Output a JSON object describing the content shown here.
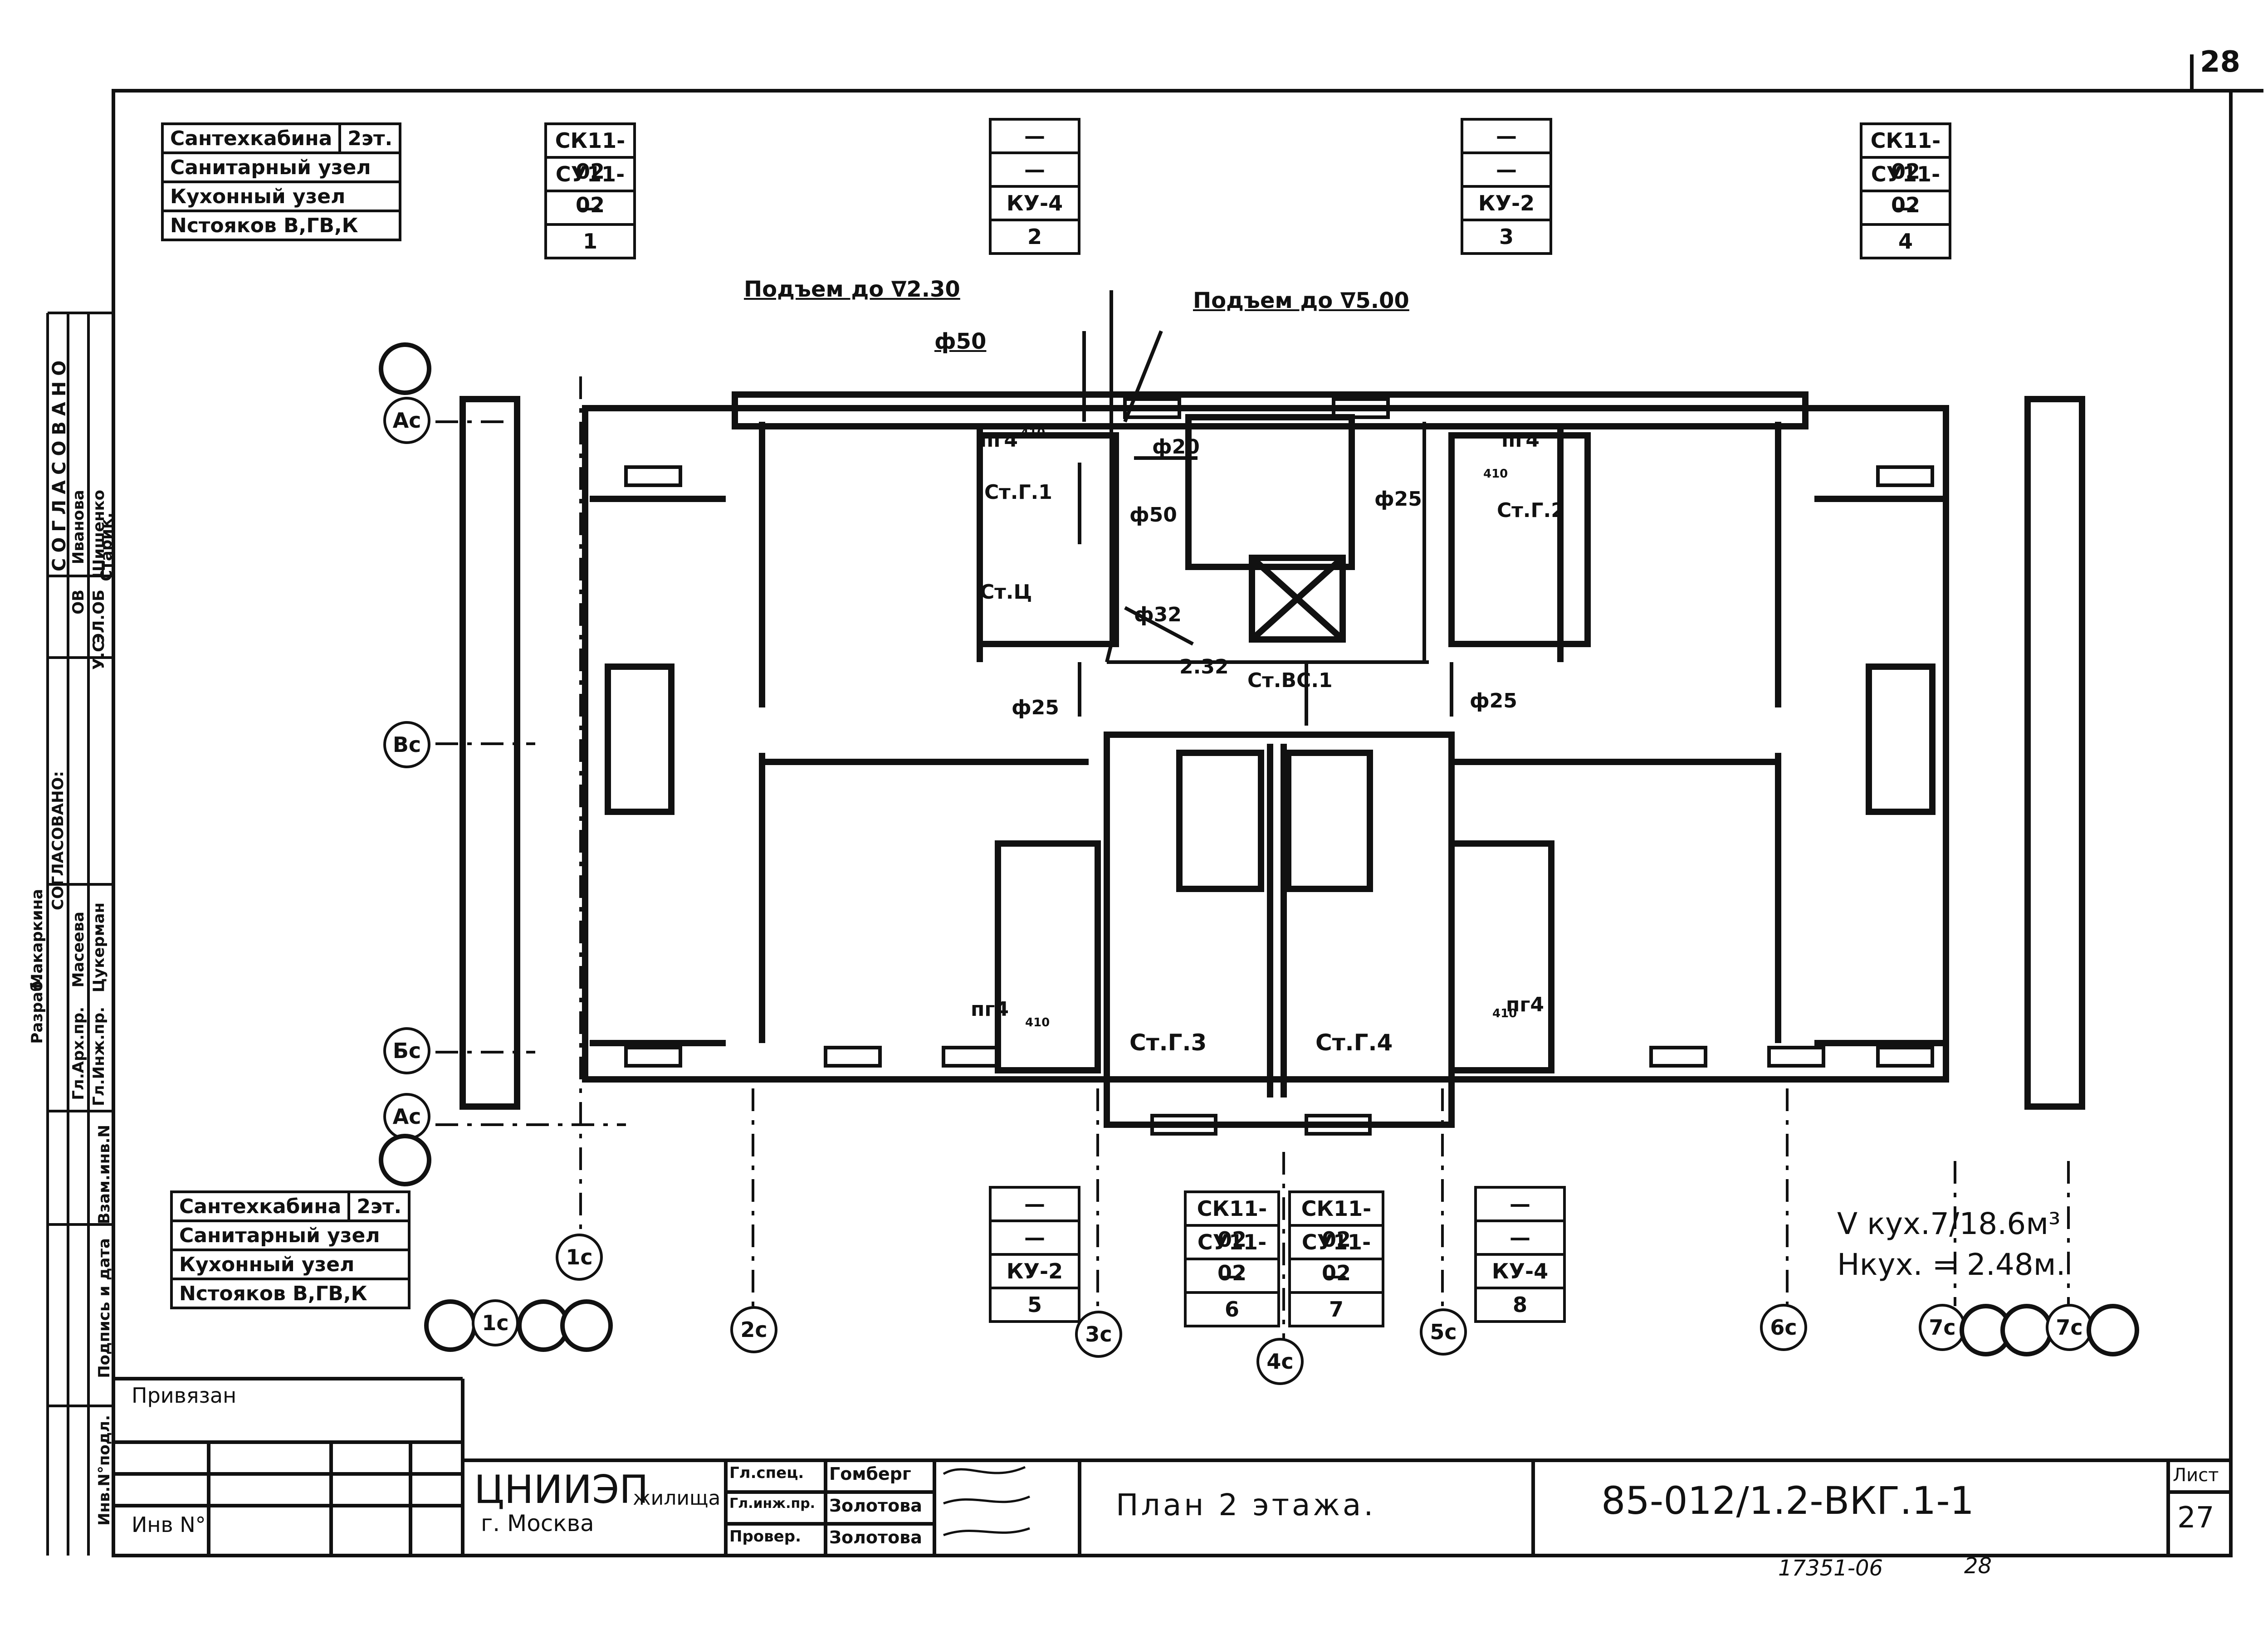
{
  "corner_number": "28",
  "sheet_index": {
    "rows": [
      "Сантехкабина",
      "Санитарный узел",
      "Кухонный узел",
      "Nстояков В,ГВ,К"
    ],
    "top_header": "2эт.",
    "bottom_header": "2эт."
  },
  "riser_tables": {
    "top": [
      {
        "cab": "СК11-02",
        "san": "СУ11-02",
        "kitchen": "—",
        "num": "1"
      },
      {
        "cab": "—",
        "san": "—",
        "kitchen": "КУ-4",
        "num": "2"
      },
      {
        "cab": "—",
        "san": "—",
        "kitchen": "КУ-2",
        "num": "3"
      },
      {
        "cab": "СК11-02",
        "san": "СУ11-02",
        "kitchen": "—",
        "num": "4"
      }
    ],
    "bottom": [
      {
        "cab": "—",
        "san": "—",
        "kitchen": "КУ-2",
        "num": "5"
      },
      {
        "cab": "СК11-02",
        "san": "СУ11-02",
        "kitchen": "—",
        "num": "6"
      },
      {
        "cab": "СК11-02",
        "san": "СУ11-02",
        "kitchen": "—",
        "num": "7"
      },
      {
        "cab": "—",
        "san": "—",
        "kitchen": "КУ-4",
        "num": "8"
      }
    ]
  },
  "annotations": {
    "rise_230": "Подъем до ∇2.30",
    "rise_500": "Подъем до ∇5.00",
    "d50_top": "ф50",
    "d20": "ф20",
    "d50": "ф50",
    "d25_right_top": "ф25",
    "d32": "ф32",
    "level_232": "2.32",
    "st_vs1": "Ст.ВС.1",
    "d25_left": "ф25",
    "d25_right": "ф25",
    "pg4_tl": "пг4",
    "pg4_tr": "пг4",
    "pg4_bl": "пг4",
    "pg4_br": "пг4",
    "dim_410_a": "410",
    "dim_410_b": "410",
    "dim_410_c": "410",
    "dim_410_d": "410",
    "st_g1": "Ст.Г.1",
    "st_g2": "Ст.Г.2",
    "st_k": "Ст.Ц",
    "st_g3": "Ст.Г.3",
    "st_g4": "Ст.Г.4"
  },
  "volume_note": {
    "line1": "V кух.7/18.6м³",
    "line2": "Hкух. = 2.48м."
  },
  "axes": {
    "left": [
      "Ас",
      "Вс",
      "Бс",
      "Ас"
    ],
    "bottom": [
      "1с",
      "1с",
      "2с",
      "3с",
      "4с",
      "5с",
      "6с",
      "7с",
      "7с"
    ]
  },
  "side_stamp": {
    "approval_title": "СОГЛАСОВАНО",
    "dept1": "ОВ",
    "dept2": "ЭЛ.ОБ",
    "dept3": "У.С.",
    "name1": "Иванова",
    "name2": "Шишенко",
    "name3": "Старик.",
    "razrab": "Разраб.",
    "razrab_name": "Макаркина",
    "soglasovano": "СОГЛАСОВАНО:",
    "gl_arh": "Гл.Арх.пр.",
    "gl_arh_name": "Масеева",
    "gl_inzh": "Гл.Инж.пр.",
    "gl_inzh_name": "Цукерман",
    "vzam_inv": "Взам.инв.N",
    "podpis": "Подпись и дата",
    "inv_podl": "Инв.N°подл."
  },
  "title_block": {
    "privyazan": "Привязан",
    "inv_no": "Инв N°",
    "org": "ЦНИИЭП",
    "org_sub": "жилища",
    "city": "г. Москва",
    "roles": [
      {
        "role": "Гл.спец.",
        "name": "Гомберг"
      },
      {
        "role": "Гл.инж.пр.",
        "name": "Золотова"
      },
      {
        "role": "Провер.",
        "name": "Золотова"
      }
    ],
    "drawing_title": "План 2 этажа.",
    "code": "85-012/1.2-ВКГ.1-1",
    "sheet_label": "Лист",
    "sheet_no": "27",
    "archive_no": "17351-06",
    "archive_page": "28"
  }
}
